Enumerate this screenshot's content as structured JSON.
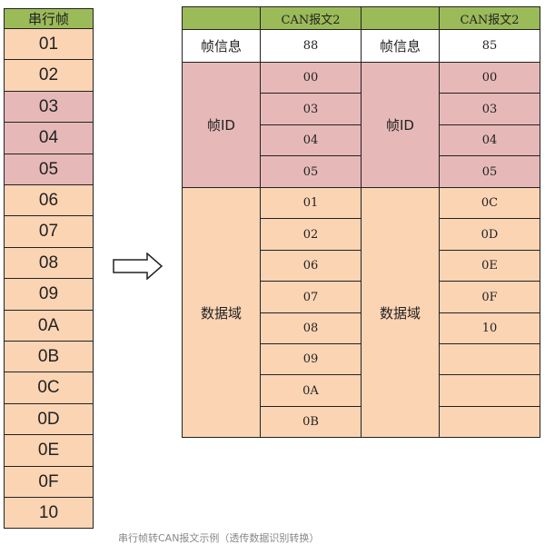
{
  "serial": {
    "header": "串行帧",
    "values": [
      "01",
      "02",
      "03",
      "04",
      "05",
      "06",
      "07",
      "08",
      "09",
      "0A",
      "0B",
      "0C",
      "0D",
      "0E",
      "0F",
      "10"
    ],
    "highlighted": [
      "03",
      "04",
      "05"
    ]
  },
  "can_table": {
    "frames": [
      {
        "header": "CAN报文2",
        "info_label": "帧信息",
        "info_value": "88",
        "id_label": "帧ID",
        "id_values": [
          "00",
          "03",
          "04",
          "05"
        ],
        "data_label": "数据域",
        "data_values": [
          "01",
          "02",
          "06",
          "07",
          "08",
          "09",
          "0A",
          "0B"
        ]
      },
      {
        "header": "CAN报文2",
        "info_label": "帧信息",
        "info_value": "85",
        "id_label": "帧ID",
        "id_values": [
          "00",
          "03",
          "04",
          "05"
        ],
        "data_label": "数据域",
        "data_values": [
          "0C",
          "0D",
          "0E",
          "0F",
          "10",
          "",
          "",
          ""
        ]
      }
    ]
  },
  "arrow_icon": "right-arrow-icon",
  "caption": "串行帧转CAN报文示例（透传数据识别转换）",
  "colors": {
    "header": "#9bbb59",
    "data": "#fbd4b4",
    "id": "#e6b9b8"
  }
}
